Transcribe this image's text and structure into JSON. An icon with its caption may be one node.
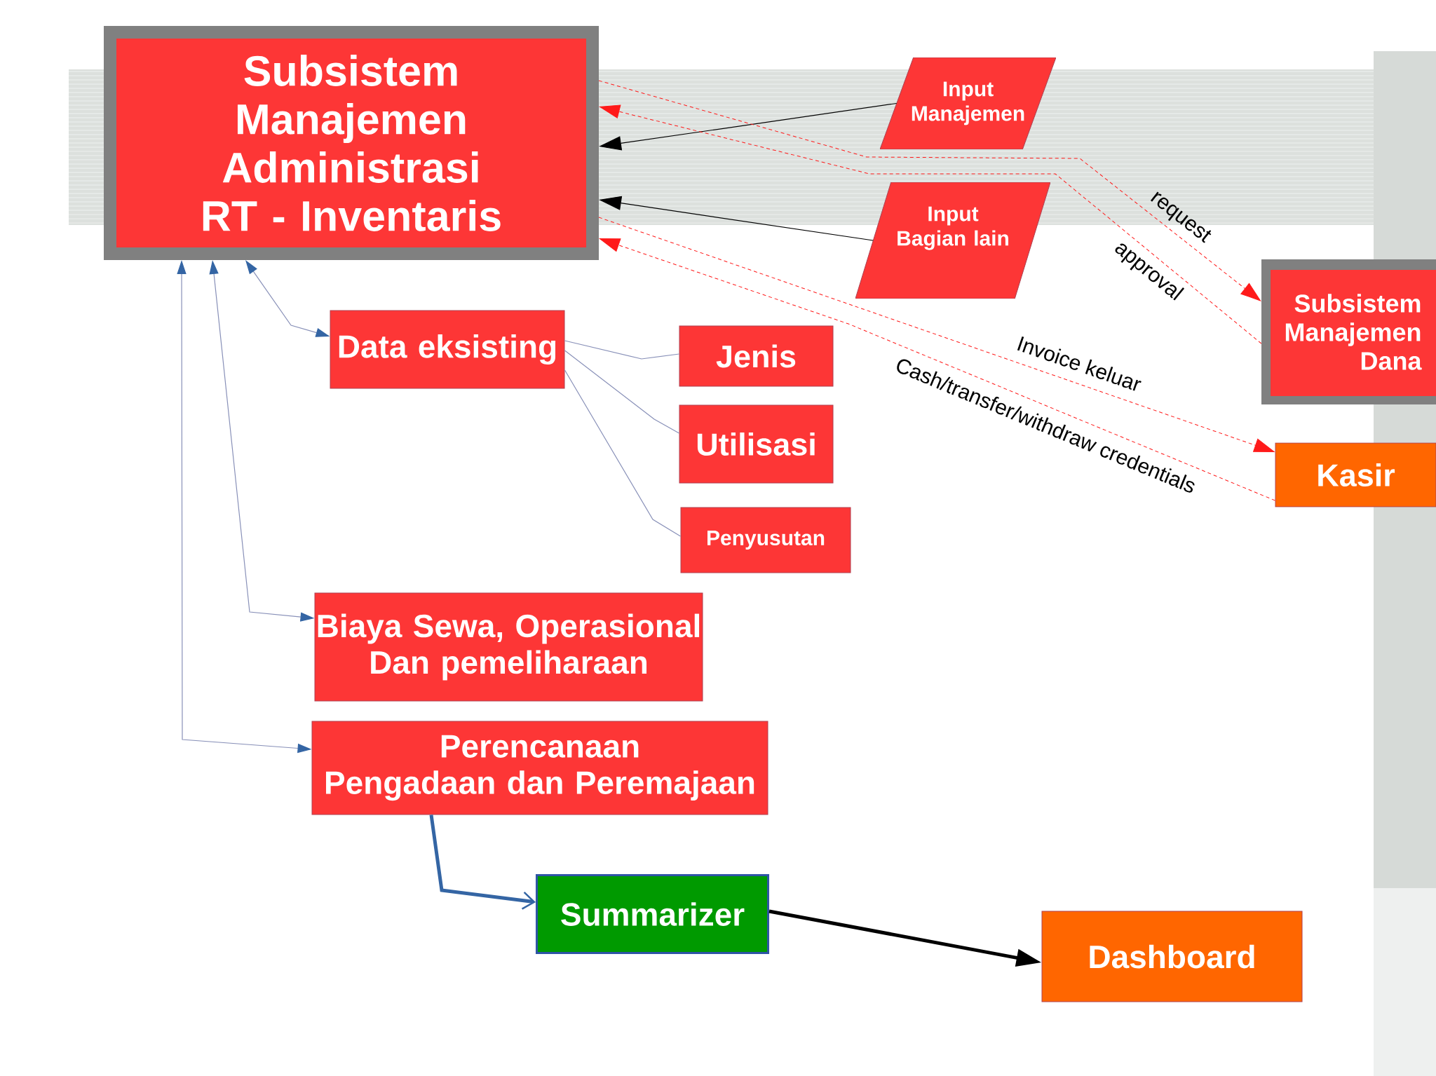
{
  "diagram": {
    "nodes": [
      {
        "text": [
          "Subsistem Manajemen Administrasi RT - Inventaris"
        ]
      },
      {
        "text": [
          "Input Manajemen"
        ]
      },
      {
        "text": [
          "Input Bagian lain"
        ]
      },
      {
        "text": [
          "Subsistem Manajemen Dana"
        ]
      },
      {
        "text": [
          "Data eksisting"
        ]
      },
      {
        "text": [
          "Jenis"
        ]
      },
      {
        "text": [
          "Utilisasi"
        ]
      },
      {
        "text": [
          "Kasir"
        ]
      },
      {
        "text": [
          "Penyusutan"
        ]
      },
      {
        "text": [
          "Biaya Sewa, Operasional Dan pemeliharaan"
        ]
      },
      {
        "text": [
          "Perencanaan Pengadaan dan Peremajaan"
        ]
      },
      {
        "text": [
          "Summarizer"
        ]
      },
      {
        "text": [
          "Dashboard"
        ]
      }
    ],
    "edges": [
      {
        "from": 1,
        "to": 0,
        "arrow": "to",
        "color": "#000000"
      },
      {
        "from": 2,
        "to": 0,
        "arrow": "to",
        "color": "#000000"
      },
      {
        "from": 0,
        "to": 3,
        "arrow": "to",
        "label": "request",
        "style": "dashed",
        "color": "#ff1a1a"
      },
      {
        "from": 3,
        "to": 0,
        "arrow": "to",
        "label": "approval",
        "style": "dashed",
        "color": "#ff1a1a"
      },
      {
        "from": 0,
        "to": 7,
        "arrow": "to",
        "label": "Invoice keluar",
        "style": "dashed",
        "color": "#ff1a1a"
      },
      {
        "from": 7,
        "to": 0,
        "arrow": "to",
        "label": "Cash/transfer/withdraw credentials",
        "style": "dashed",
        "color": "#ff1a1a"
      },
      {
        "from": 0,
        "to": 4,
        "arrow": "both"
      },
      {
        "from": 0,
        "to": 9,
        "arrow": "both"
      },
      {
        "from": 0,
        "to": 10,
        "arrow": "both"
      },
      {
        "from": 4,
        "to": 5,
        "arrow": "none"
      },
      {
        "from": 4,
        "to": 6,
        "arrow": "none"
      },
      {
        "from": 4,
        "to": 8,
        "arrow": "none"
      },
      {
        "from": 10,
        "to": 11,
        "arrow": "to",
        "style": "thick",
        "color": "#3465a4"
      },
      {
        "from": 11,
        "to": 12,
        "arrow": "to",
        "style": "thick",
        "color": "#000000"
      }
    ]
  }
}
